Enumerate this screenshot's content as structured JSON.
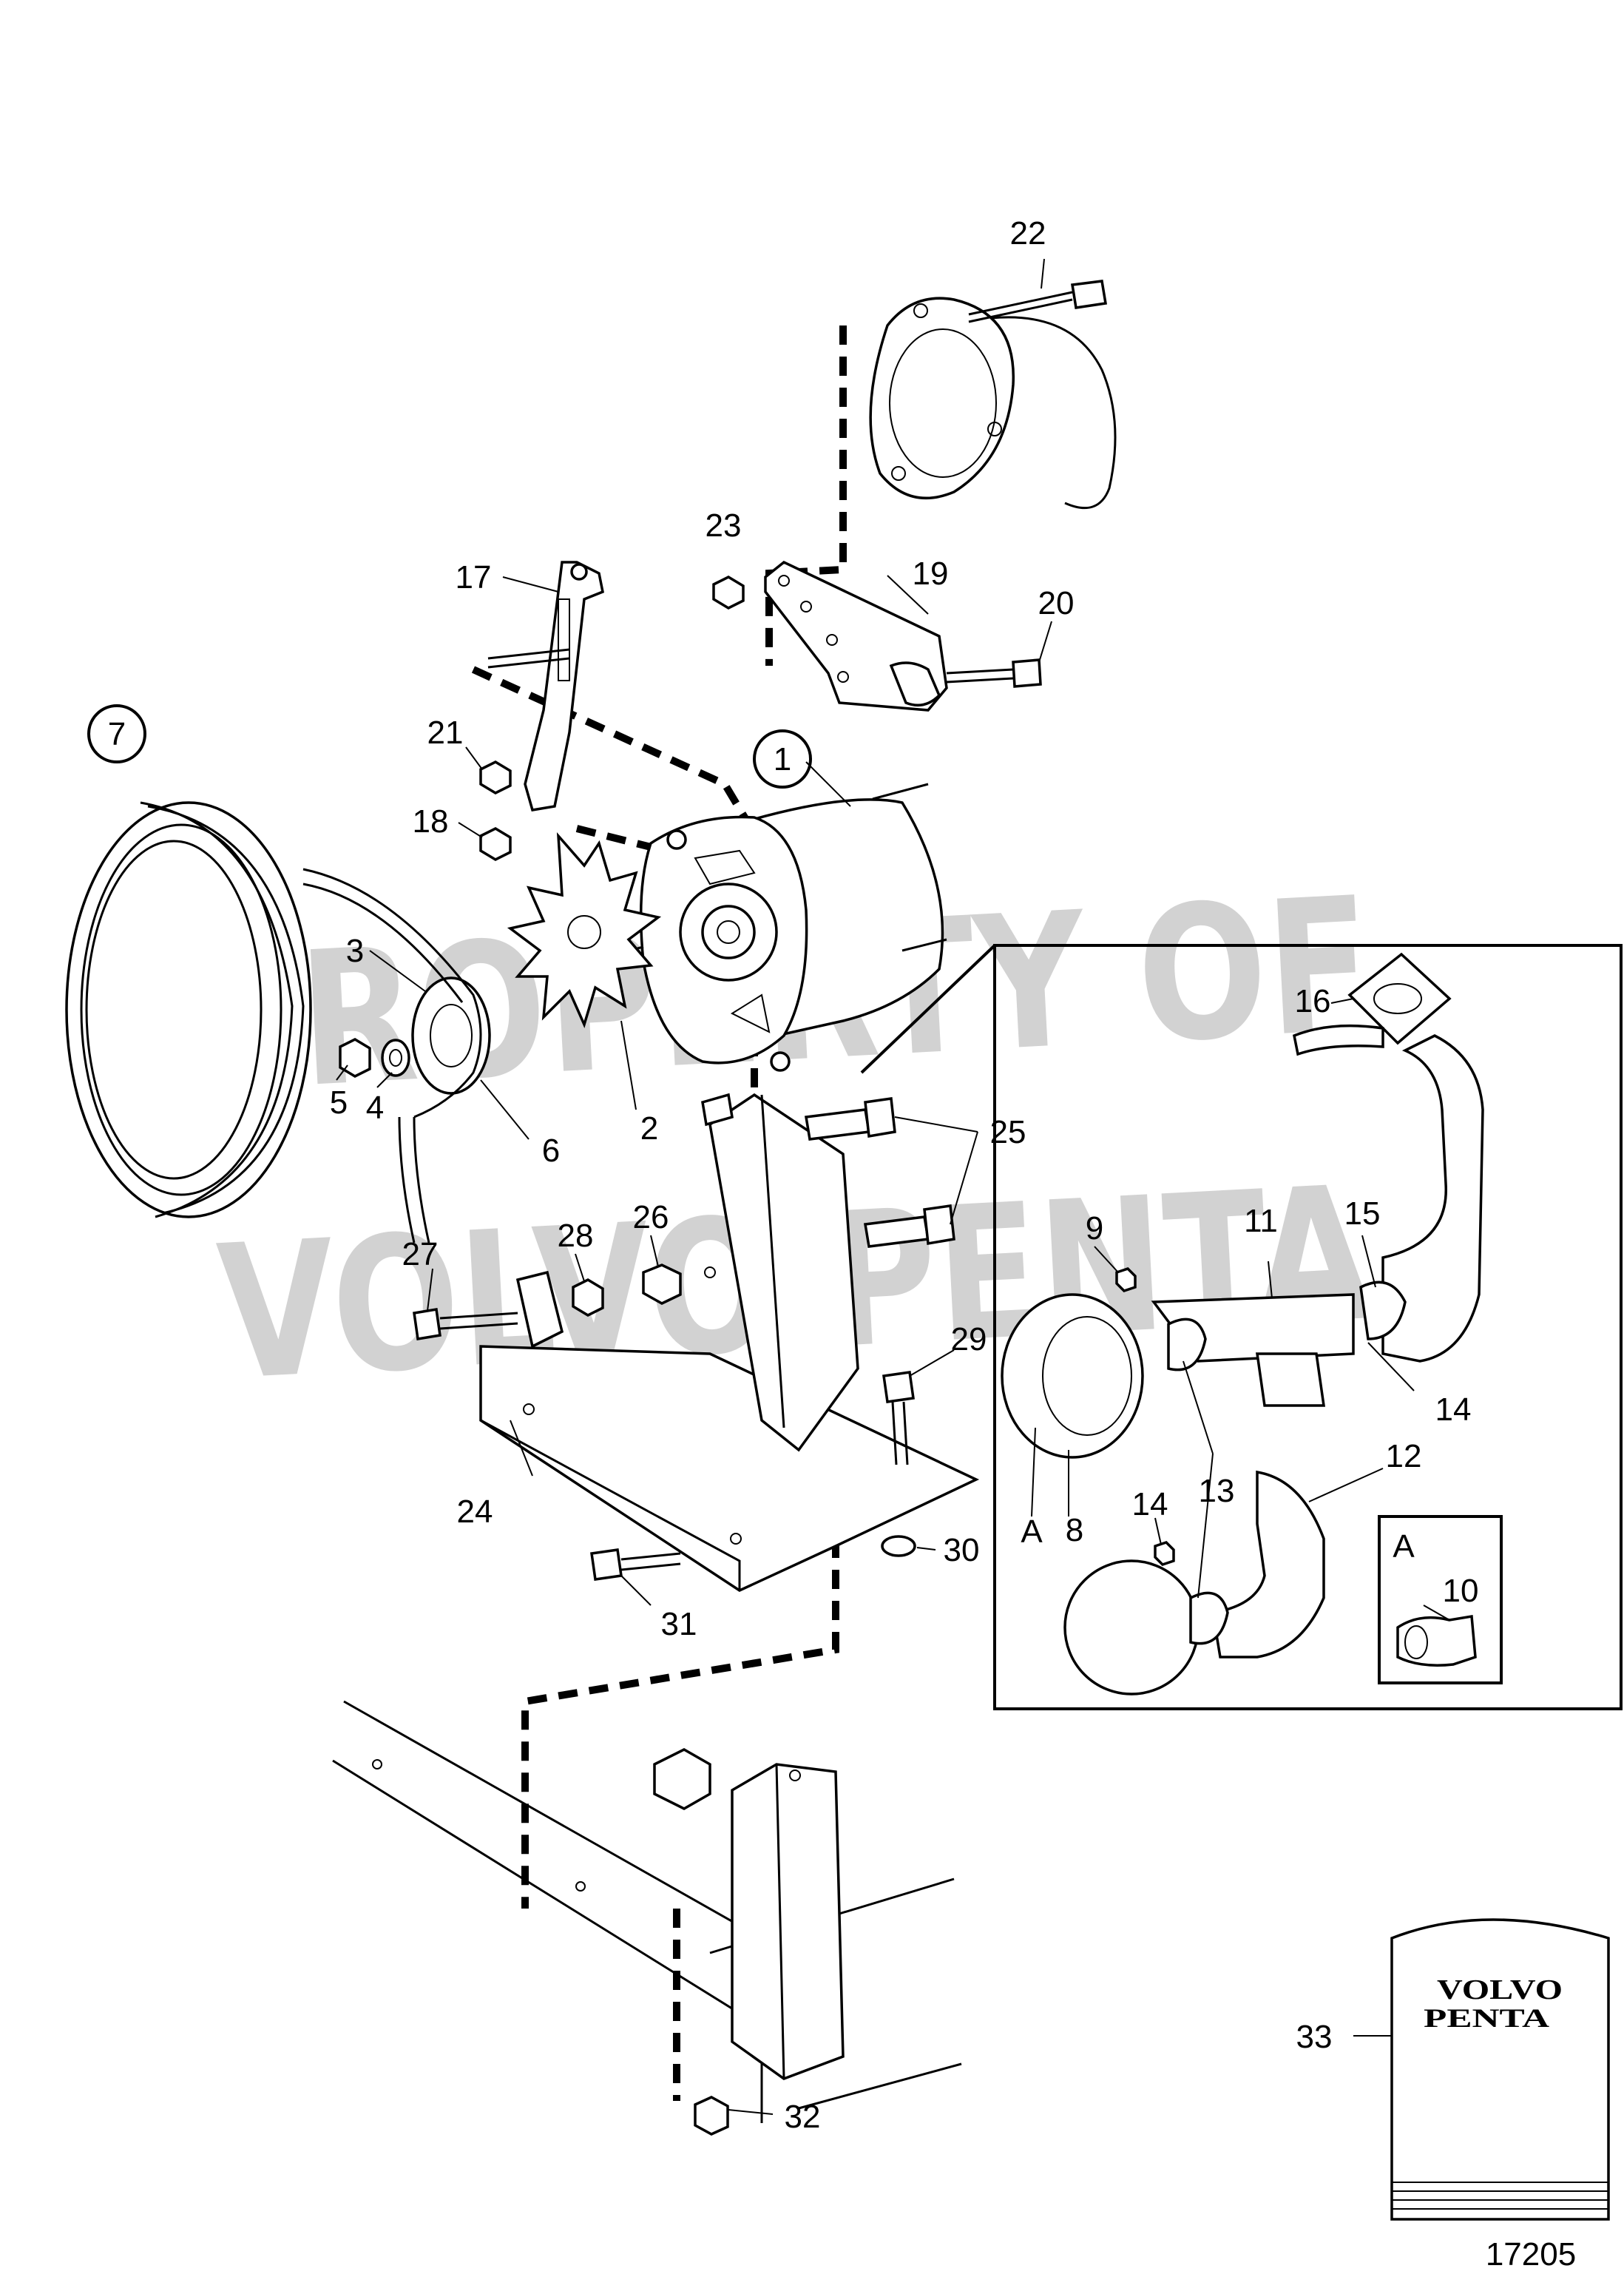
{
  "watermark": {
    "line1": "PROPERTY OF",
    "line2": "VOLVO PENTA"
  },
  "callouts": {
    "c1": "1",
    "c2": "2",
    "c3": "3",
    "c4": "4",
    "c5": "5",
    "c6": "6",
    "c7": "7",
    "c8": "8",
    "c9": "9",
    "c10": "10",
    "c11": "11",
    "c12": "12",
    "c13": "13",
    "c14a": "14",
    "c14b": "14",
    "c15": "15",
    "c16": "16",
    "c17": "17",
    "c18": "18",
    "c19": "19",
    "c20": "20",
    "c21": "21",
    "c22": "22",
    "c23": "23",
    "c24": "24",
    "c25": "25",
    "c26": "26",
    "c27": "27",
    "c28": "28",
    "c29": "29",
    "c30": "30",
    "c31": "31",
    "c32": "32",
    "c33": "33"
  },
  "detail_labels": {
    "a_main": "A",
    "a_inset": "A"
  },
  "manual": {
    "brand_line1": "VOLVO",
    "brand_line2": "PENTA"
  },
  "figure_number": "17205"
}
